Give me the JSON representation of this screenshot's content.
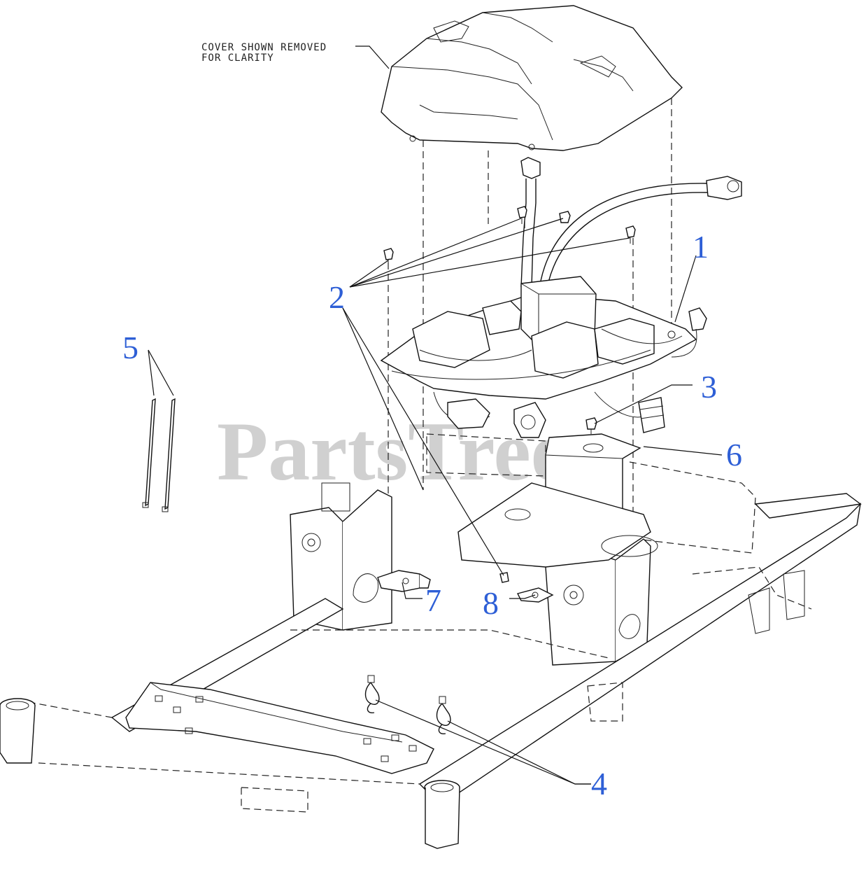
{
  "note": {
    "line1": "COVER SHOWN REMOVED",
    "line2": "FOR CLARITY"
  },
  "watermark": "PartsTree",
  "callouts": [
    {
      "id": "1",
      "label": "1"
    },
    {
      "id": "2",
      "label": "2"
    },
    {
      "id": "3",
      "label": "3"
    },
    {
      "id": "4",
      "label": "4"
    },
    {
      "id": "5",
      "label": "5"
    },
    {
      "id": "6",
      "label": "6"
    },
    {
      "id": "7",
      "label": "7"
    },
    {
      "id": "8",
      "label": "8"
    }
  ],
  "colors": {
    "callout": "#2e5fd6",
    "linework": "#111111",
    "watermark": "#c8c8c8",
    "background": "#ffffff"
  }
}
